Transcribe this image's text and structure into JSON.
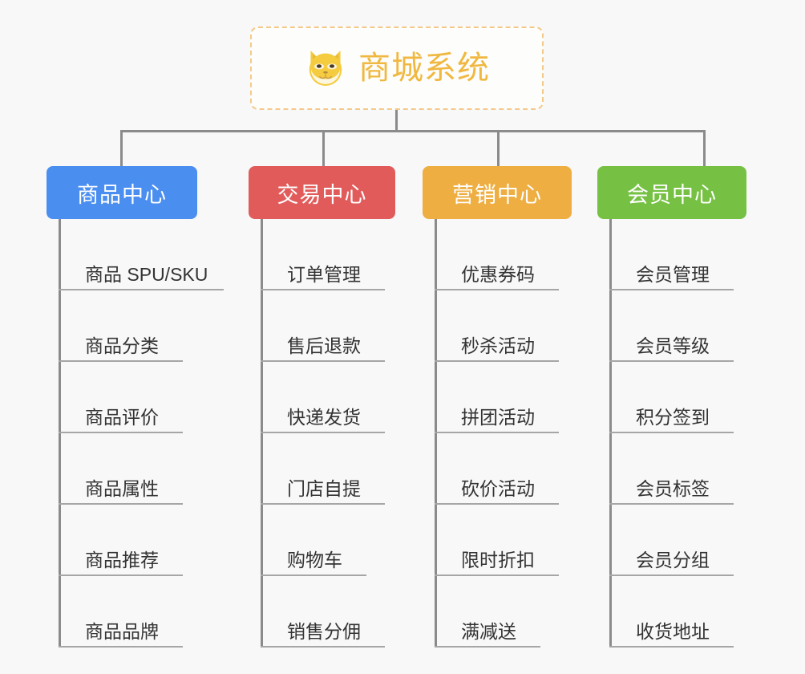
{
  "diagram": {
    "title": "商城系统",
    "type": "organization-tree",
    "background_color": "#f8f8f8",
    "root": {
      "label": "商城系统",
      "icon": "shiba-dog-face-icon",
      "text_color": "#f0b840",
      "border_color": "#f3c98a",
      "background_color": "#fdfdfc"
    },
    "branches": [
      {
        "label": "商品中心",
        "color": "#4a8ef0",
        "items": [
          "商品 SPU/SKU",
          "商品分类",
          "商品评价",
          "商品属性",
          "商品推荐",
          "商品品牌"
        ]
      },
      {
        "label": "交易中心",
        "color": "#e15b5b",
        "items": [
          "订单管理",
          "售后退款",
          "快递发货",
          "门店自提",
          "购物车",
          "销售分佣"
        ]
      },
      {
        "label": "营销中心",
        "color": "#eeae41",
        "items": [
          "优惠券码",
          "秒杀活动",
          "拼团活动",
          "砍价活动",
          "限时折扣",
          "满减送"
        ]
      },
      {
        "label": "会员中心",
        "color": "#76c143",
        "items": [
          "会员管理",
          "会员等级",
          "积分签到",
          "会员标签",
          "会员分组",
          "收货地址"
        ]
      }
    ],
    "connector_color": "#8b8b8b",
    "rule_color": "#a6a6a6"
  }
}
